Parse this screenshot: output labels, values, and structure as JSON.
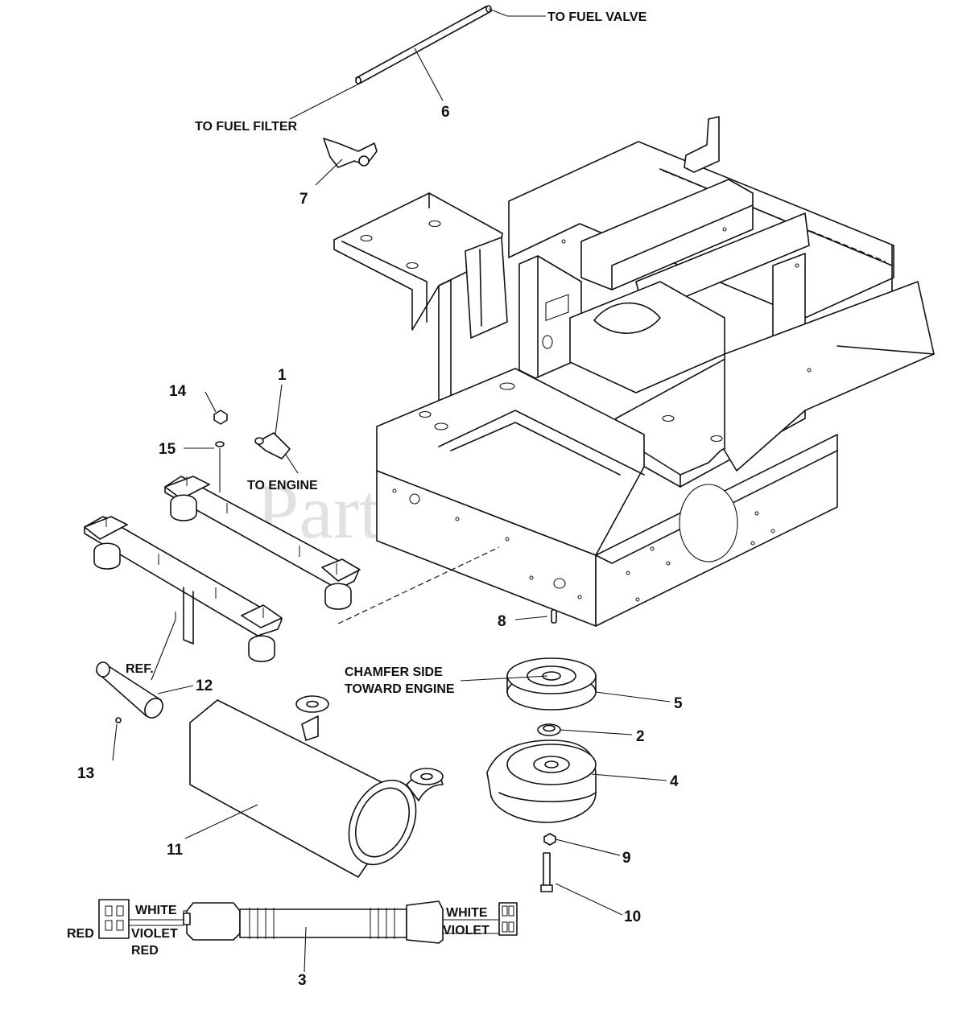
{
  "watermark": "PartsTree",
  "callouts": {
    "to_fuel_valve": "TO FUEL VALVE",
    "to_fuel_filter": "TO FUEL FILTER",
    "to_engine": "TO ENGINE",
    "ref": "REF.",
    "chamfer_line1": "CHAMFER SIDE",
    "chamfer_line2": "TOWARD ENGINE",
    "white_left": "WHITE",
    "red_left": "RED",
    "violet_left": "VIOLET",
    "red_bottom": "RED",
    "white_right": "WHITE",
    "violet_right": "VIOLET"
  },
  "part_numbers": {
    "p1": "1",
    "p2": "2",
    "p3": "3",
    "p4": "4",
    "p5": "5",
    "p6": "6",
    "p7": "7",
    "p8": "8",
    "p9": "9",
    "p10": "10",
    "p11": "11",
    "p12": "12",
    "p13": "13",
    "p14": "14",
    "p15": "15"
  }
}
